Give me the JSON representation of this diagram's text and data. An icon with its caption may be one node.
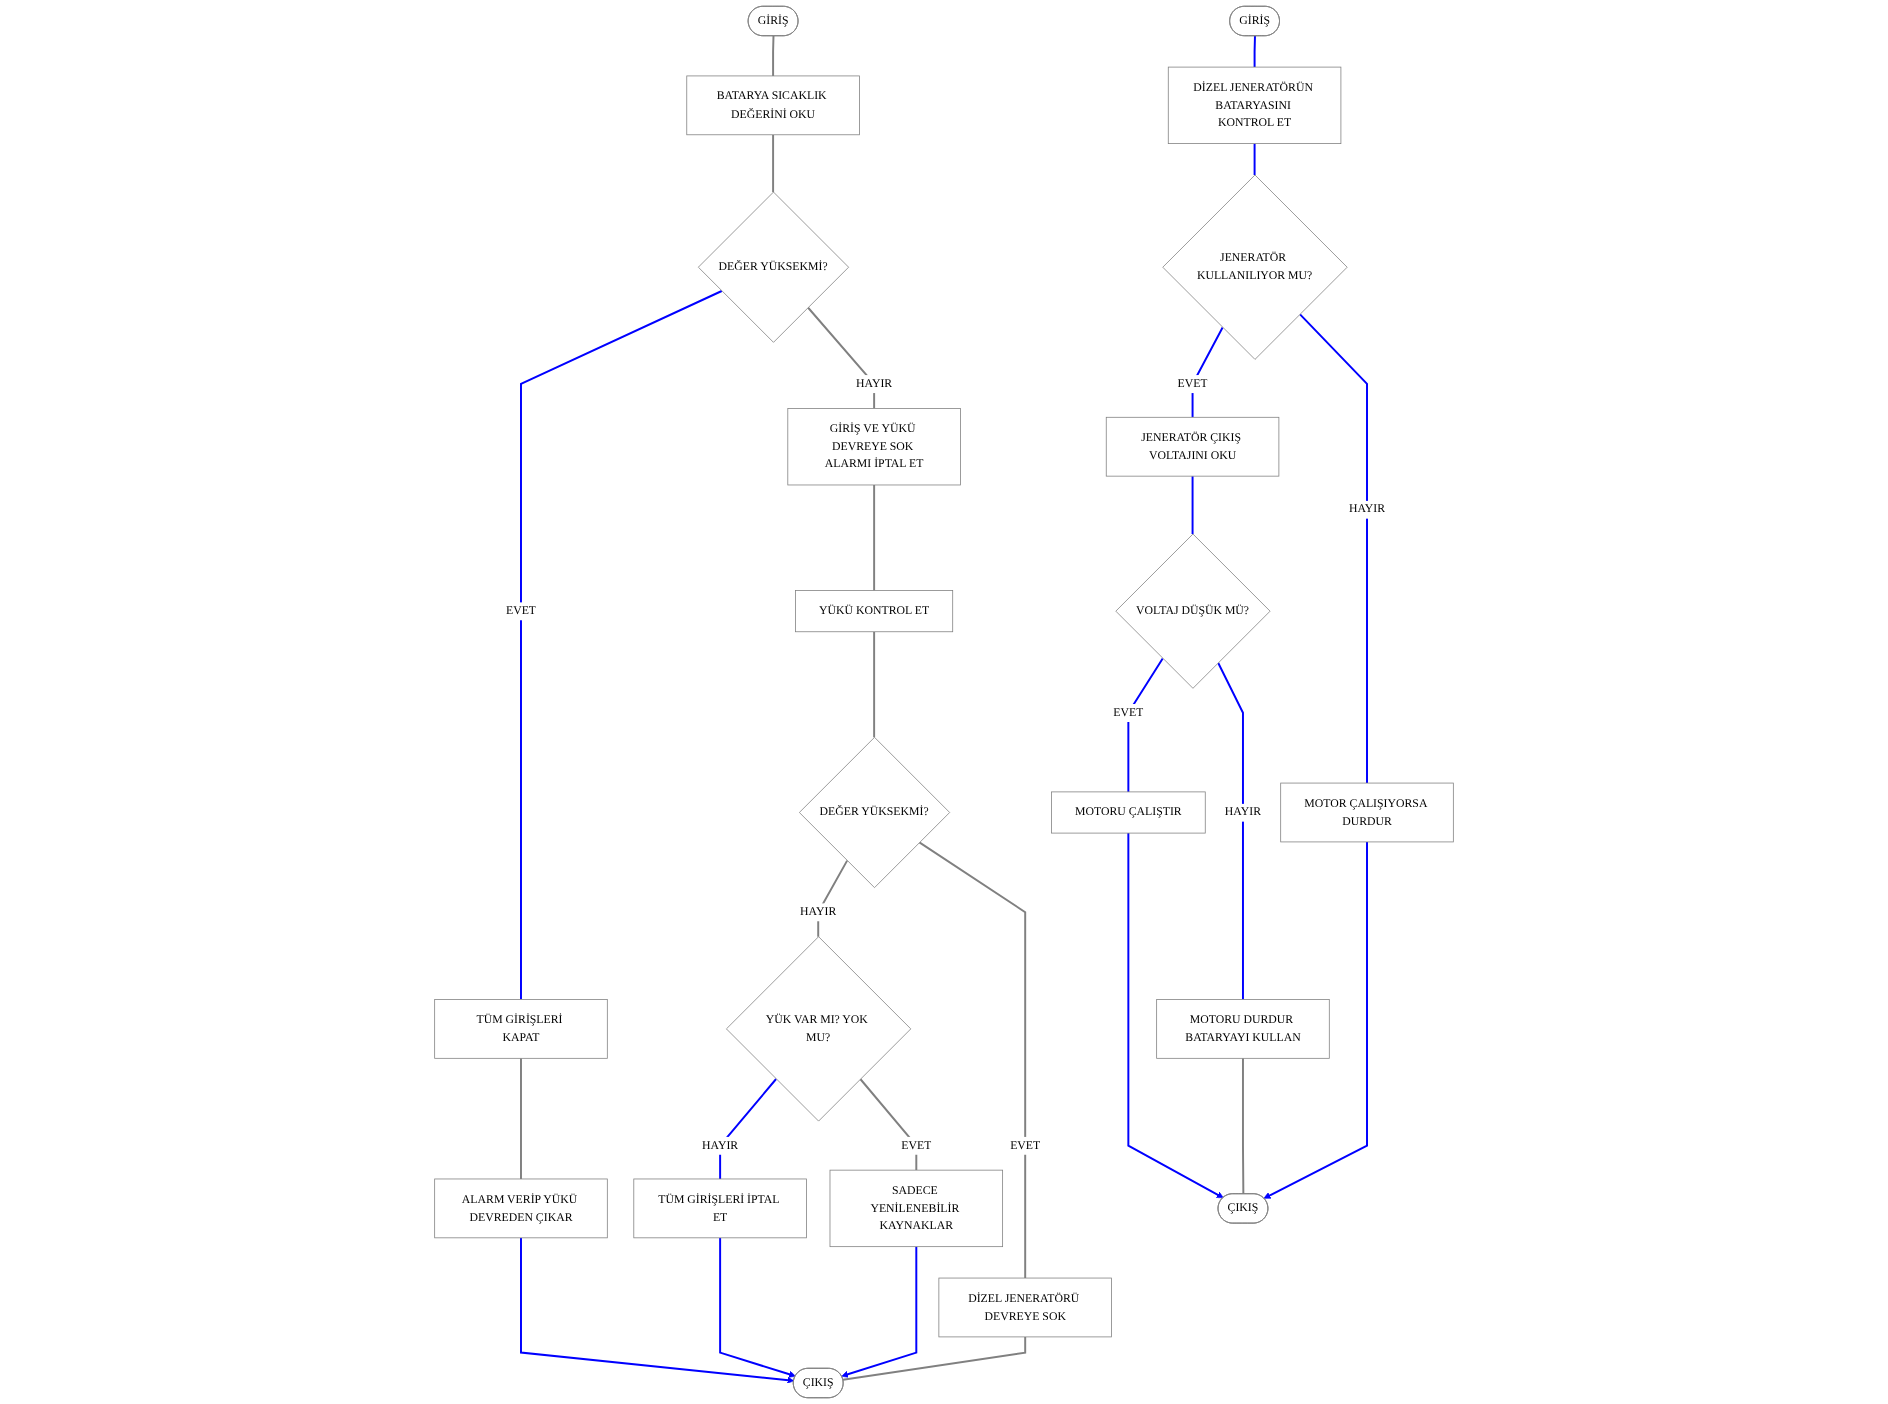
{
  "diagram": {
    "nodes": [
      {
        "text": [
          "GİRİŞ"
        ]
      },
      {
        "text": [
          "BATARYA SICAKLIK DEĞERİNİ OKU"
        ]
      },
      {
        "text": [
          "DEĞER YÜKSEKMİ?"
        ]
      },
      {
        "text": [
          "GİRİŞ VE YÜKÜ DEVREYE SOK ALARMI İPTAL ET"
        ]
      },
      {
        "text": [
          "TÜM GİRİŞLERİ KAPAT"
        ]
      },
      {
        "text": [
          "YÜKÜ KONTROL ET"
        ]
      },
      {
        "text": [
          "ALARM VERİP YÜKÜ DEVREDEN ÇIKAR"
        ]
      },
      {
        "text": [
          "DEĞER YÜKSEKMİ?"
        ]
      },
      {
        "text": [
          "YÜK VAR MI? YOK MU?"
        ]
      },
      {
        "text": [
          "TÜM GİRİŞLERİ İPTAL ET"
        ]
      },
      {
        "text": [
          "SADECE YENİLENEBİLİR KAYNAKLAR"
        ]
      },
      {
        "text": [
          "DİZEL JENERATÖRÜ DEVREYE SOK"
        ]
      },
      {
        "text": [
          "ÇIKIŞ"
        ]
      },
      {
        "text": [
          "GİRİŞ"
        ]
      },
      {
        "text": [
          "DİZEL JENERATÖRÜN BATARYASINI KONTROL ET"
        ]
      },
      {
        "text": [
          "JENERATÖR KULLANILIYOR MU?"
        ]
      },
      {
        "text": [
          "JENERATÖR ÇIKIŞ VOLTAJINI OKU"
        ]
      },
      {
        "text": [
          "MOTOR ÇALIŞIYORSA DURDUR"
        ]
      },
      {
        "text": [
          "VOLTAJ DÜŞÜK MÜ?"
        ]
      },
      {
        "text": [
          "MOTORU ÇALIŞTIR"
        ]
      },
      {
        "text": [
          "MOTORU DURDUR BATARYAYI KULLAN"
        ]
      },
      {
        "text": [
          "ÇIKIŞ"
        ]
      }
    ],
    "edges": [
      {
        "from": 0,
        "to": 1,
        "arrow": "none",
        "color": "#808080"
      },
      {
        "from": 1,
        "to": 2,
        "arrow": "none",
        "color": "#808080"
      },
      {
        "from": 2,
        "to": 4,
        "arrow": "none",
        "label": "EVET"
      },
      {
        "from": 2,
        "to": 3,
        "arrow": "none",
        "label": "HAYIR",
        "color": "#808080"
      },
      {
        "from": 3,
        "to": 5,
        "arrow": "none",
        "color": "#808080"
      },
      {
        "from": 4,
        "to": 6,
        "arrow": "none",
        "color": "#808080"
      },
      {
        "from": 6,
        "to": 12,
        "arrow": "to"
      },
      {
        "from": 5,
        "to": 7,
        "arrow": "none",
        "color": "#808080"
      },
      {
        "from": 7,
        "to": 8,
        "arrow": "none",
        "label": "HAYIR",
        "color": "#808080"
      },
      {
        "from": 7,
        "to": 11,
        "arrow": "none",
        "label": "EVET",
        "color": "#808080"
      },
      {
        "from": 8,
        "to": 9,
        "arrow": "none",
        "label": "HAYIR"
      },
      {
        "from": 8,
        "to": 10,
        "arrow": "none",
        "label": "EVET",
        "color": "#808080"
      },
      {
        "from": 9,
        "to": 12,
        "arrow": "to"
      },
      {
        "from": 10,
        "to": 12,
        "arrow": "to"
      },
      {
        "from": 11,
        "to": 12,
        "arrow": "none",
        "color": "#808080"
      },
      {
        "from": 13,
        "to": 14,
        "arrow": "none"
      },
      {
        "from": 14,
        "to": 15,
        "arrow": "none"
      },
      {
        "from": 15,
        "to": 16,
        "arrow": "none",
        "label": "EVET"
      },
      {
        "from": 15,
        "to": 17,
        "arrow": "none",
        "label": "HAYIR"
      },
      {
        "from": 16,
        "to": 18,
        "arrow": "none"
      },
      {
        "from": 18,
        "to": 19,
        "arrow": "none",
        "label": "EVET"
      },
      {
        "from": 18,
        "to": 20,
        "arrow": "none",
        "label": "HAYIR"
      },
      {
        "from": 19,
        "to": 21,
        "arrow": "to"
      },
      {
        "from": 17,
        "to": 21,
        "arrow": "to"
      },
      {
        "from": 20,
        "to": 21,
        "arrow": "none",
        "color": "#808080"
      }
    ]
  }
}
